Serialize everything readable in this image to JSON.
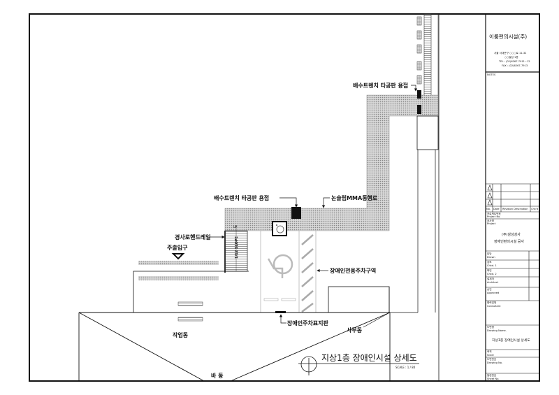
{
  "labels": {
    "trench_top": "배수트렌치 타공판 용접",
    "trench_mid": "배수트렌치 타공판 용접",
    "nonslip": "논슬립MMA통행로",
    "handrail": "경사로핸드레일",
    "entrance": "주출입구",
    "parking_zone": "장애인전용주차구역",
    "parking_sign": "장애인주차표지판",
    "ramp_up": "UP",
    "ramp_slope": "1/12 SLOPE",
    "work_building": "작업동",
    "office_building": "사무동",
    "b_building": "바 동"
  },
  "drawing_title": {
    "title": "지상1층 장애인시설 상세도",
    "scale": "SCALE : 1 / 80"
  },
  "title_block": {
    "company": "이룸편의시설(주)",
    "address1": "서울 서대문구 ○○○로 11-32",
    "address2": "○○빌딩 1층",
    "tel": "TEL : (02)6267-7911~12",
    "fax": "FAX : (02)6267-7913",
    "notes": "NOTES",
    "rev_headers": [
      "No.",
      "Date",
      "Revision Description",
      "Chk'd"
    ],
    "project_no_ko": "프로젝트번호",
    "project_no": "Project No.",
    "project_ko": "공사명",
    "project": "Project",
    "project_name1": "(주)삼성상사",
    "project_name2": "장애인편의시설 공사",
    "drawn_ko": "담당",
    "drawn": "Drawn",
    "chkd1_ko": "검토",
    "chkd1": "Chkd. 1",
    "chkd2_ko": "확인",
    "chkd2": "Chkd. 2",
    "architect_ko": "설계자",
    "architect": "Architect",
    "approved_ko": "승인",
    "approved": "Approved",
    "consultant_ko": "협력업체",
    "consultant": "Consultant",
    "drawing_name_ko": "도면명",
    "drawing_name": "Drawing Name.",
    "drawing_name_value": "지상1층 장애인시설 상세도",
    "scale_ko": "축척",
    "scale": "Scale",
    "drawing_no_ko": "도면번호",
    "drawing_no": "Drawing No.",
    "sheet_no_ko": "일련번호",
    "sheet_no": "Sheet No."
  }
}
